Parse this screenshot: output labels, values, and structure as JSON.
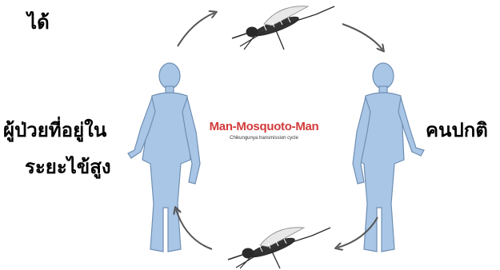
{
  "labels": {
    "top_left_fragment": "ได้",
    "infected_line1": "ผู้ป่วยที่อยู่ใน",
    "infected_line2": "ระยะไข้สูง",
    "normal_person": "คนปกติ"
  },
  "center": {
    "title": "Man-Mosquoto-Man",
    "subtitle": "Chikungunya transmission cycle"
  },
  "colors": {
    "human_fill": "#a9c6e6",
    "human_stroke": "#6f8fb3",
    "title_red": "#d23a3a",
    "arrow_gray": "#555555",
    "mosquito_dark": "#2a2a2a"
  },
  "icons": {
    "human_left": "human-figure-icon",
    "human_right": "human-figure-icon",
    "mosquito_top": "mosquito-icon",
    "mosquito_bottom": "mosquito-icon",
    "arrows": "curved-arrow-icon"
  }
}
